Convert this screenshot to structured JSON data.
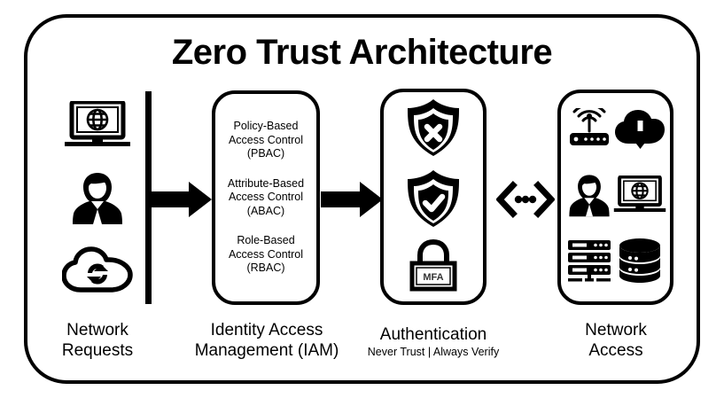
{
  "diagram": {
    "title": "Zero Trust Architecture",
    "background_color": "#ffffff",
    "stroke_color": "#000000"
  },
  "columns": {
    "requests": {
      "caption_line1": "Network",
      "caption_line2": "Requests",
      "icons": [
        "laptop-globe-icon",
        "user-icon",
        "cloud-sync-icon"
      ]
    },
    "iam": {
      "caption_line1": "Identity Access",
      "caption_line2": "Management (IAM)",
      "items": [
        {
          "line1": "Policy-Based",
          "line2": "Access Control",
          "line3": "(PBAC)"
        },
        {
          "line1": "Attribute-Based",
          "line2": "Access Control",
          "line3": "(ABAC)"
        },
        {
          "line1": "Role-Based",
          "line2": "Access Control",
          "line3": "(RBAC)"
        }
      ]
    },
    "authentication": {
      "caption_line1": "Authentication",
      "subtitle": "Never Trust  |  Always Verify",
      "mfa_label": "MFA",
      "icons": [
        "shield-deny-icon",
        "shield-allow-icon",
        "padlock-mfa-icon"
      ]
    },
    "access": {
      "caption_line1": "Network",
      "caption_line2": "Access",
      "icons": [
        "router-wifi-icon",
        "cloud-download-icon",
        "user-icon",
        "laptop-globe-icon",
        "server-rack-icon",
        "database-icon"
      ]
    }
  },
  "connectors": {
    "arrow_1": "arrow-right-requests-to-iam",
    "arrow_2": "arrow-right-iam-to-authentication",
    "bidirectional": "bidirectional-dots-connector"
  }
}
